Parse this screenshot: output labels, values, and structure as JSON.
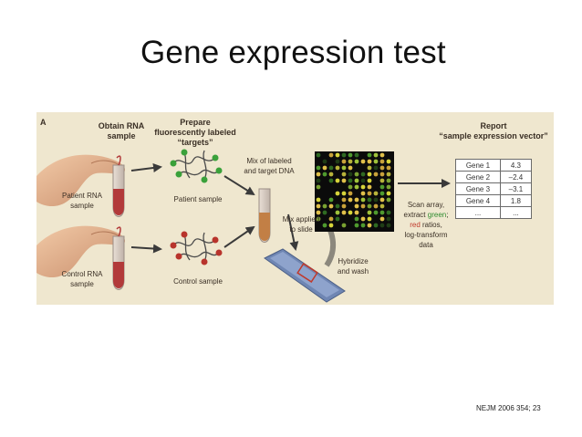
{
  "slide": {
    "title": "Gene expression test",
    "citation": "NEJM 2006 354; 23"
  },
  "figure": {
    "panel_letter": "A",
    "step_obtain": [
      "Obtain RNA",
      "sample"
    ],
    "step_prepare": [
      "Prepare",
      "fluorescently labeled",
      "“targets”"
    ],
    "step_report": [
      "Report",
      "“sample expression vector”"
    ],
    "patient_rna": [
      "Patient RNA",
      "sample"
    ],
    "control_rna": [
      "Control RNA",
      "sample"
    ],
    "patient_sample": "Patient sample",
    "control_sample": "Control sample",
    "mix_labeled": [
      "Mix of labeled",
      "and target DNA"
    ],
    "mix_applied": [
      "Mix applied",
      "to slide"
    ],
    "hybridize": [
      "Hybridize",
      "and wash"
    ],
    "scan": {
      "line1": "Scan array,",
      "line2_prefix": "extract",
      "green_word": "green",
      "line2_suffix": ";",
      "red_word": "red",
      "line3_suffix": "ratios,",
      "line4": "log-transform",
      "line5": "data"
    },
    "report_table": [
      {
        "gene": "Gene 1",
        "value": "4.3"
      },
      {
        "gene": "Gene 2",
        "value": "–2.4"
      },
      {
        "gene": "Gene 3",
        "value": "–3.1"
      },
      {
        "gene": "Gene 4",
        "value": "1.8"
      },
      {
        "gene": "...",
        "value": "..."
      }
    ]
  },
  "colors": {
    "background": "#efe7cf",
    "label_text": "#3a2f25",
    "green_dye": "#2e8b2e",
    "red_dye": "#c0392b",
    "arrow": "#3a3a3a"
  }
}
